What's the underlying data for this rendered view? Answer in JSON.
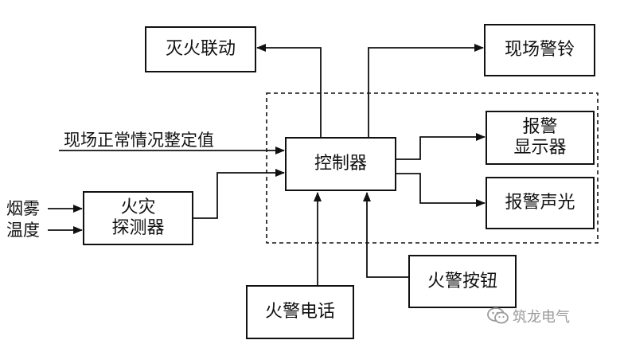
{
  "nodes": {
    "extinguish_link": "灭火联动",
    "site_bell": "现场警铃",
    "alarm_display": [
      "报警",
      "显示器"
    ],
    "controller": "控制器",
    "alarm_sound_light": "报警声光",
    "fire_detector": [
      "火灾",
      "探测器"
    ],
    "fire_button": "火警按钮",
    "fire_phone": "火警电话"
  },
  "inputs": {
    "setpoint": "现场正常情况整定值",
    "smoke": "烟雾",
    "temperature": "温度"
  },
  "watermark": {
    "text": "筑龙电气",
    "icon": "wechat-logo-icon"
  },
  "colors": {
    "line": "#111111",
    "watermark": "#9a9a9a"
  }
}
